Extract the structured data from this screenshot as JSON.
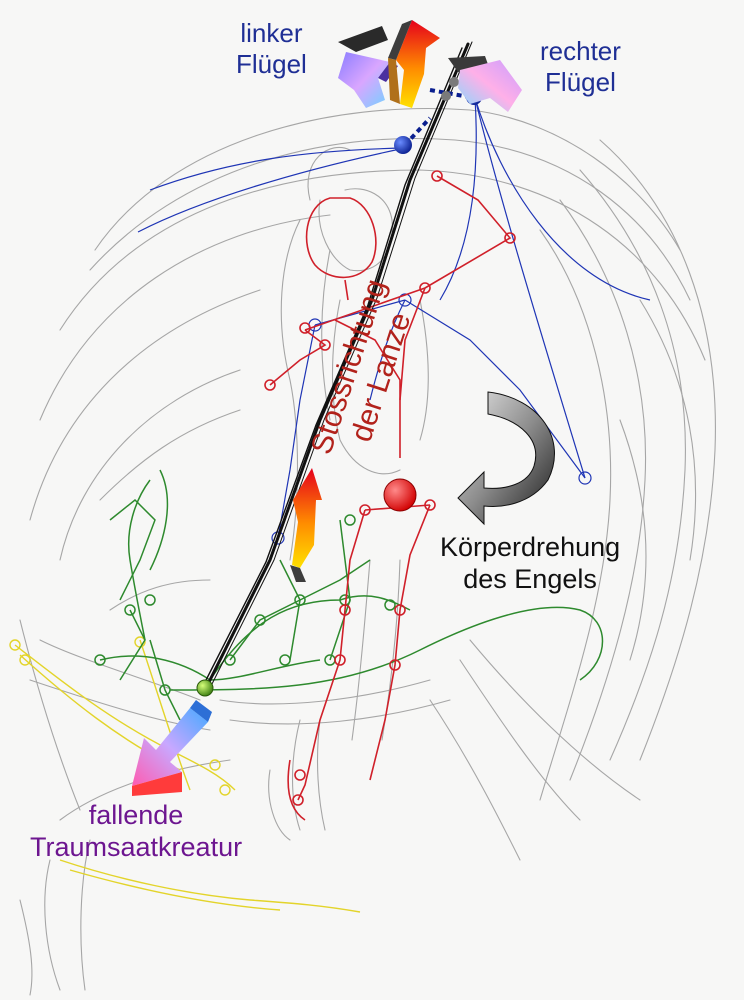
{
  "labels": {
    "left_wing": [
      "linker",
      "Flügel"
    ],
    "right_wing": [
      "rechter",
      "Flügel"
    ],
    "thrust": [
      "Stossrichtung",
      "der Lanze"
    ],
    "rotation": [
      "Körperdrehung",
      "des Engels"
    ],
    "creature": [
      "fallende",
      "Traumsaatkreatur"
    ]
  },
  "icons": {
    "wing_arrows": "wing-arrow-icon",
    "thrust_arrow": "thrust-arrow-icon",
    "rotation_arrow": "rotation-arrow-icon",
    "fall_arrow": "fall-arrow-icon"
  },
  "colors": {
    "wing_text": "#1f2f95",
    "thrust_text": "#b2221b",
    "rotation_text": "#111111",
    "creature_text": "#6d1690",
    "angel_skeleton": "#d0202a",
    "wing_skeleton": "#1f35b5",
    "creature_skeleton": "#2e8a2e",
    "tail_skeleton": "#e0d630",
    "lance": "#111111",
    "pencil": "#a8a8a8"
  }
}
